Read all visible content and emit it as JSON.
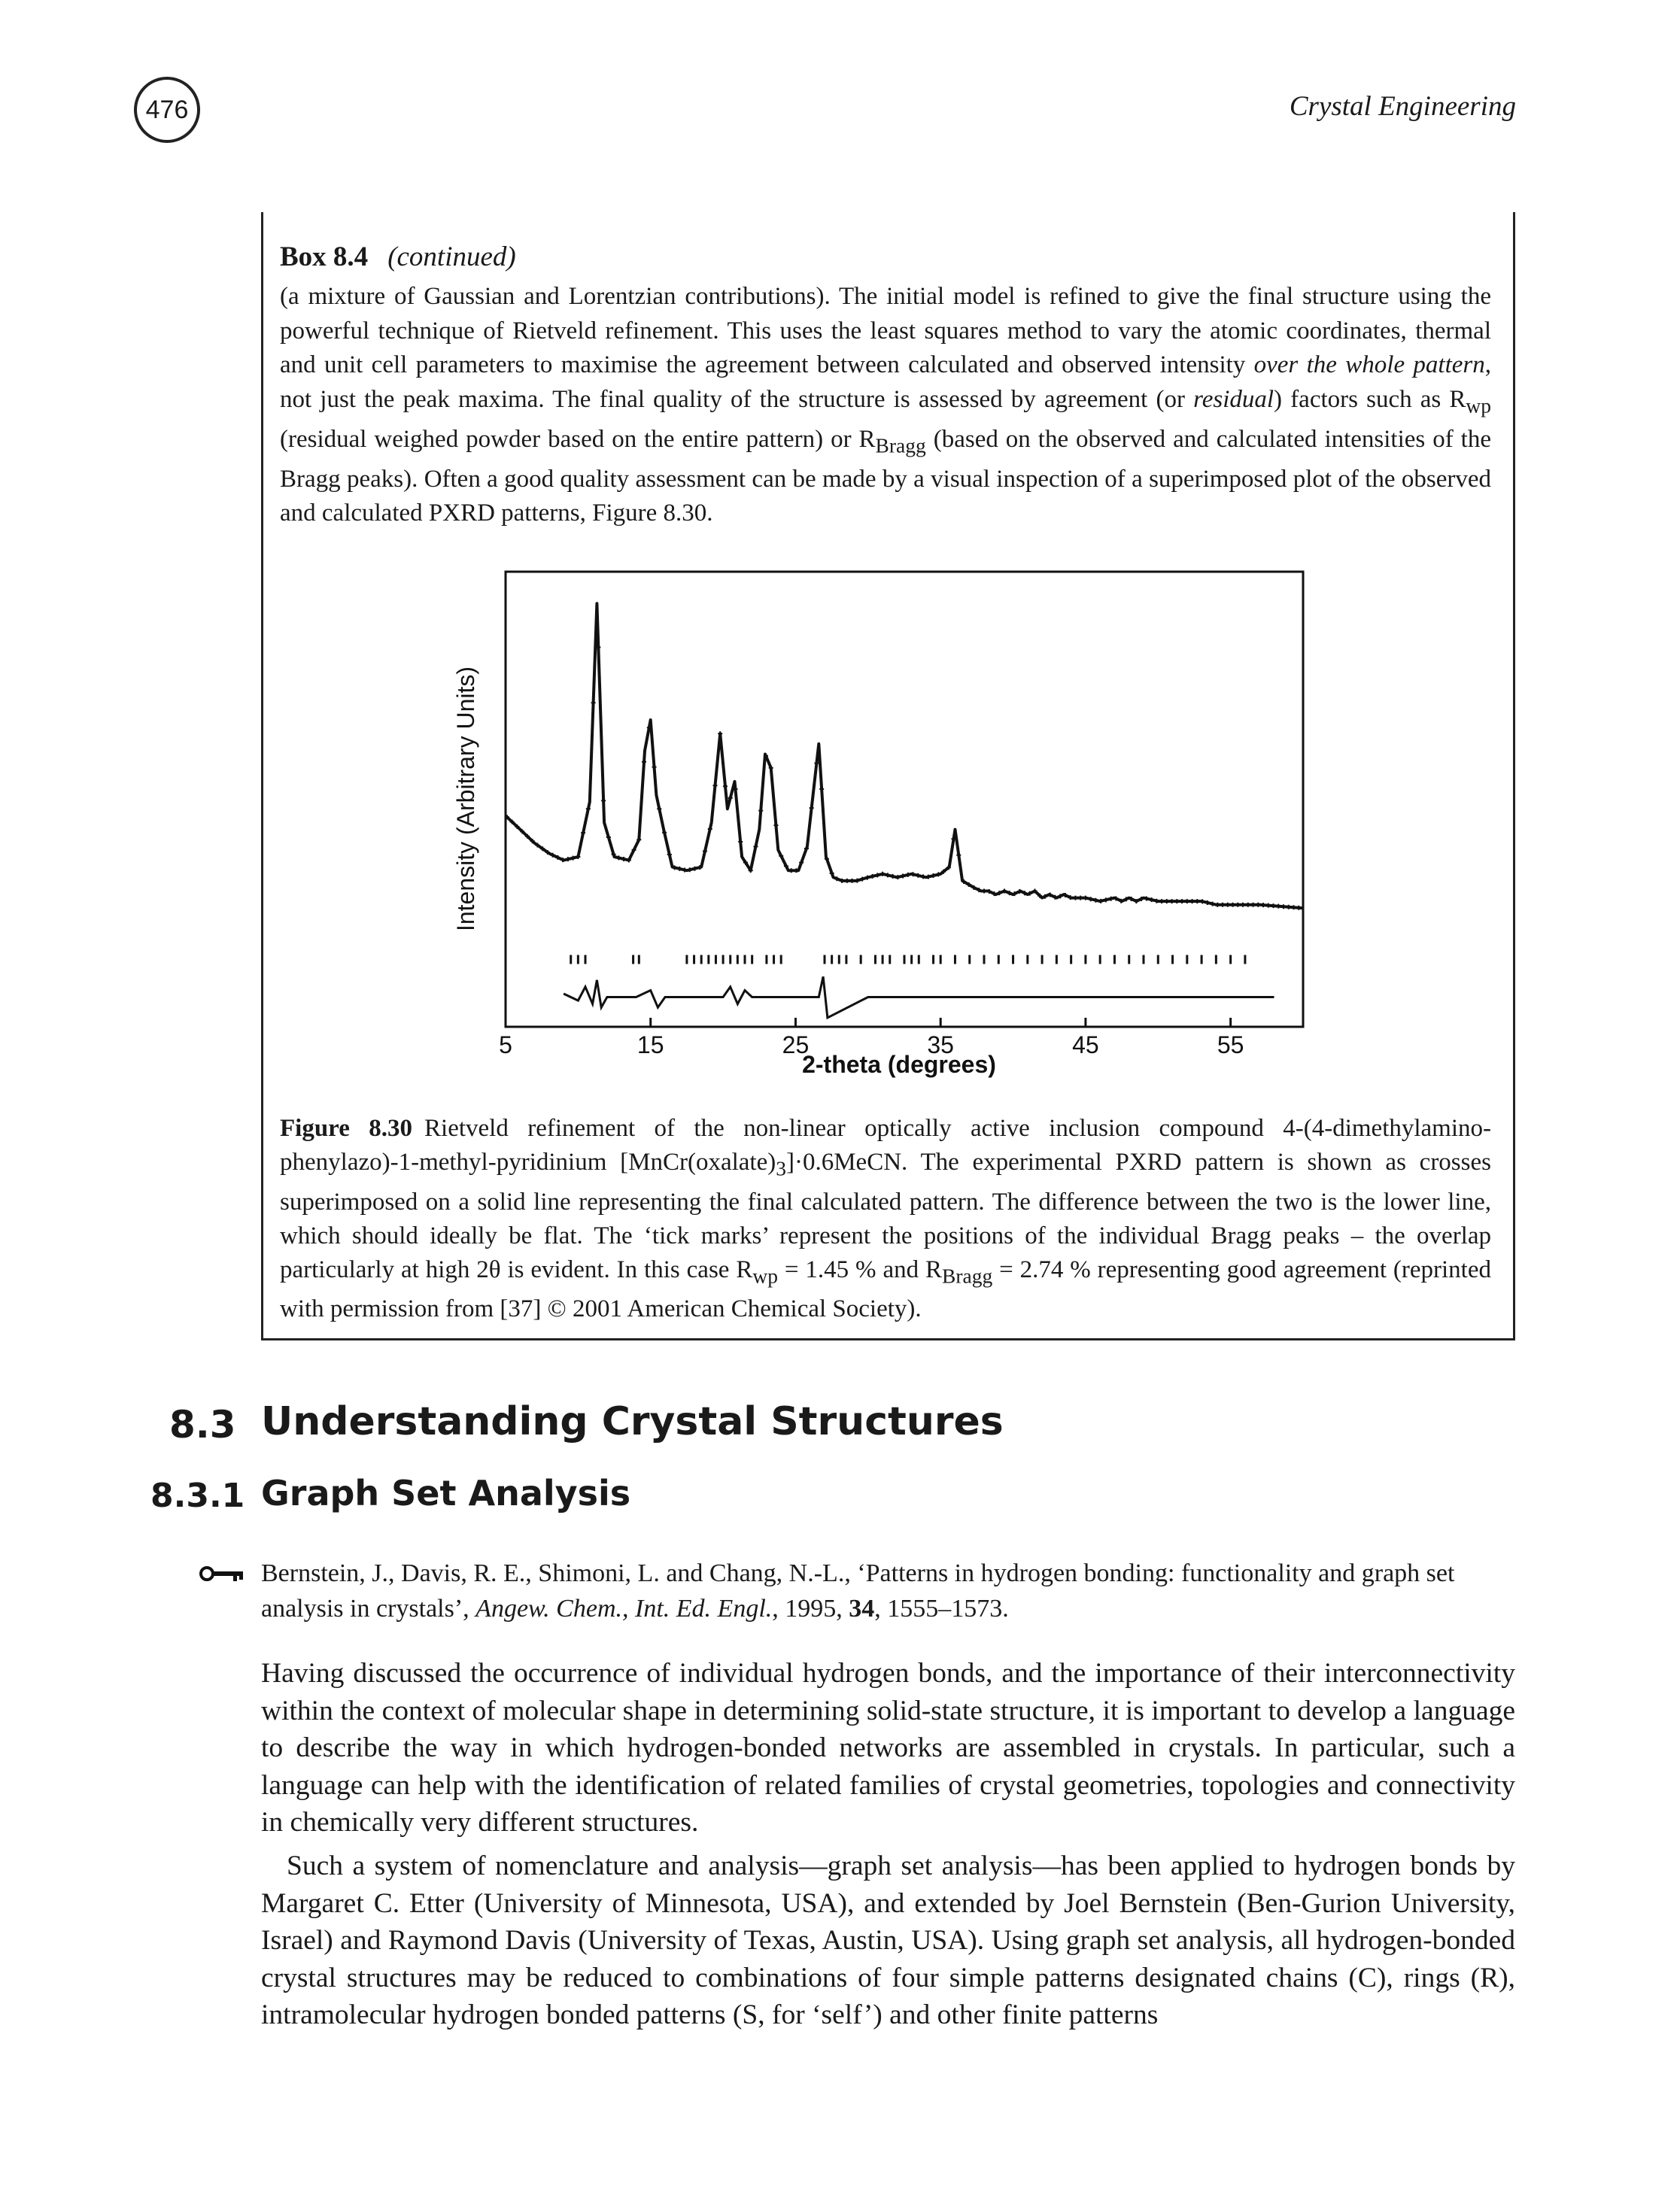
{
  "header": {
    "page_number": "476",
    "running_head": "Crystal Engineering"
  },
  "box": {
    "title": "Box 8.4",
    "title_suffix": "(continued)",
    "text_1": "(a mixture of Gaussian and Lorentzian contributions). The initial model is refined to give the final structure using the powerful technique of Rietveld refinement. This uses the least squares method to vary the atomic coordinates, thermal and unit cell parameters to maximise the agreement between calculated and observed intensity ",
    "text_em_1": "over the whole pattern",
    "text_2": ", not just the peak maxima. The final quality of the structure is assessed by agreement (or ",
    "text_em_2": "residual",
    "text_3": ") factors such as R",
    "text_sub_1": "wp",
    "text_4": " (residual weighed powder based on the entire pattern) or R",
    "text_sub_2": "Bragg",
    "text_5": " (based on the observed and calculated intensities of the Bragg peaks). Often a good quality assessment can be made by a visual inspection of a superimposed plot of the observed and calculated PXRD patterns, Figure 8.30."
  },
  "chart_data": {
    "type": "line",
    "title": "",
    "xlabel": "2-theta (degrees)",
    "ylabel": "Intensity (Arbitrary Units)",
    "xlim": [
      5,
      60
    ],
    "x_ticks": [
      "5",
      "15",
      "25",
      "35",
      "45",
      "55"
    ],
    "x_tick_values": [
      5,
      15,
      25,
      35,
      45,
      55
    ],
    "ylim": [
      0,
      100
    ],
    "series": [
      {
        "x": [
          5,
          6,
          7,
          8,
          9,
          10,
          10.8,
          11.3,
          11.8,
          12.5,
          13.5,
          14.2,
          14.6,
          15,
          15.4,
          15.9,
          16.5,
          17.5,
          18.5,
          19.2,
          19.8,
          20.3,
          20.8,
          21.3,
          21.9,
          22.5,
          22.9,
          23.3,
          23.8,
          24.5,
          25.2,
          25.8,
          26.6,
          27.1,
          27.6,
          28.2,
          29.2,
          30,
          31,
          32,
          33,
          34,
          35,
          35.6,
          36,
          36.5,
          37.3,
          37.8,
          38.3,
          38.8,
          39.4,
          40,
          40.5,
          41,
          41.5,
          42,
          42.5,
          43,
          43.5,
          44,
          45,
          46,
          47,
          47.5,
          48,
          48.5,
          49,
          50,
          51,
          52,
          53,
          54,
          55,
          56,
          57,
          60
        ],
        "y": [
          32,
          28,
          24,
          21,
          19,
          20,
          36,
          94,
          30,
          20,
          19,
          25,
          51,
          60,
          38,
          28,
          17,
          16,
          17,
          30,
          56,
          34,
          42,
          20,
          16,
          28,
          50,
          46,
          22,
          16,
          16,
          23,
          53,
          20,
          14,
          13,
          13,
          14,
          15,
          14,
          15,
          14,
          15,
          17,
          28,
          13,
          11,
          10,
          10,
          9,
          10,
          9,
          10,
          9,
          10,
          8,
          9,
          8,
          9,
          8,
          8,
          7,
          8,
          7,
          8,
          7,
          8,
          7,
          7,
          7,
          7,
          6,
          6,
          6,
          6,
          5
        ]
      }
    ],
    "difference": {
      "x": [
        9,
        10,
        10.5,
        11,
        11.3,
        11.6,
        12,
        14,
        15,
        15.5,
        16,
        20,
        20.5,
        21,
        21.5,
        22,
        26.6,
        26.9,
        27.2,
        30,
        40,
        50,
        58
      ],
      "y": [
        -20,
        -22,
        -18,
        -23,
        -16,
        -24,
        -21,
        -21,
        -19,
        -24,
        -21,
        -21,
        -18,
        -23,
        -19,
        -21,
        -21,
        -15,
        -27,
        -21,
        -21,
        -21,
        -21
      ]
    },
    "bragg_ticks_y": -10,
    "bragg_tick_positions": [
      9.5,
      10,
      10.5,
      13.8,
      14.2,
      17.5,
      18,
      18.5,
      19,
      19.5,
      20,
      20.5,
      21,
      21.5,
      22,
      23,
      23.5,
      24,
      27,
      27.5,
      28,
      28.5,
      29.5,
      30.5,
      31,
      31.5,
      32.5,
      33,
      33.5,
      34.5,
      35,
      36,
      37,
      38,
      39,
      40,
      41,
      42,
      43,
      44,
      45,
      46,
      47,
      48,
      49,
      50,
      51,
      52,
      53,
      54,
      55,
      56
    ],
    "grid": false,
    "legend": "none"
  },
  "caption": {
    "label": "Figure 8.30",
    "text_1": "Rietveld refinement of the non-linear optically active inclusion compound 4-(4-dimethylamino-phenylazo)-1-methyl-pyridinium [MnCr(oxalate)",
    "sub_3": "3",
    "text_2": "]·0.6MeCN. The experimental PXRD pattern is shown as crosses superimposed on a solid line representing the final calculated pattern. The difference between the two is the lower line, which should ideally be flat. The ‘tick marks’ represent the positions of the individual Bragg peaks – the overlap particularly at high 2θ is evident. In this case R",
    "sub_wp": "wp",
    "text_3": " = 1.45 % and R",
    "sub_bragg": "Bragg",
    "text_4": " = 2.74 % representing good agreement (reprinted with permission from [37] © 2001 American Chemical Society)."
  },
  "section_8_3": {
    "number": "8.3",
    "title": "Understanding Crystal Structures"
  },
  "section_8_3_1": {
    "number": "8.3.1",
    "title": "Graph Set Analysis"
  },
  "reference": {
    "authors": "Bernstein, J., Davis, R. E., Shimoni, L. and Chang, N.-L., ‘Patterns in hydrogen bonding: functionality and graph set analysis in crystals’, ",
    "journal": "Angew. Chem., Int. Ed. Engl.",
    "year": ", 1995, ",
    "volume": "34",
    "pages": ", 1555–1573."
  },
  "paragraphs": [
    "Having discussed the occurrence of individual hydrogen bonds, and the importance of their interconnectivity within the context of molecular shape in determining solid-state structure, it is important to develop a language to describe the way in which hydrogen-bonded networks are assembled in crystals. In particular, such a language can help with the identification of related families of crystal geometries, topologies and connectivity in chemically very different structures.",
    "Such a system of nomenclature and analysis—graph set analysis—has been applied to hydrogen bonds by Margaret C. Etter (University of Minnesota, USA), and extended by Joel Bernstein (Ben-Gurion University, Israel) and Raymond Davis (University of Texas, Austin, USA). Using graph set analysis, all hydrogen-bonded crystal structures may be reduced to combinations of four simple patterns designated chains (C), rings (R), intramolecular hydrogen bonded patterns (S, for ‘self’) and other finite patterns"
  ]
}
